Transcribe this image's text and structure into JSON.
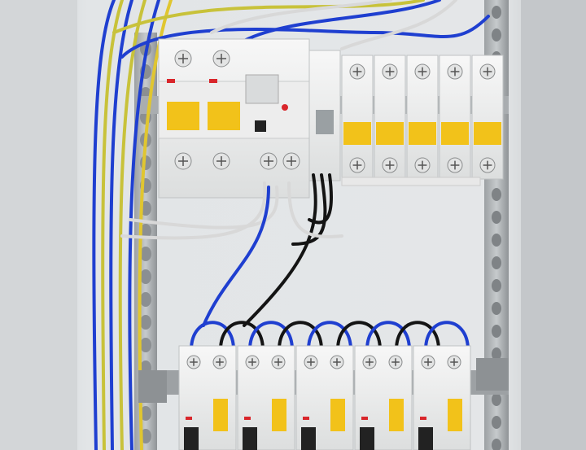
{
  "image": {
    "subject": "electrical-distribution-panel",
    "colors": {
      "wall": "#dfe2e4",
      "rail": "#b8bcbf",
      "module_body": "#f1f2f2",
      "toggle": "#f2c21a",
      "wire_blue": "#1f3fd0",
      "wire_black": "#141414",
      "wire_yellow_green": "#c8c23a",
      "wire_grey": "#d8d8d8",
      "indicator_red": "#d9262b"
    },
    "top_row": {
      "rcd_label": "",
      "breaker_count": 5
    },
    "bottom_row": {
      "rcbo_count": 5
    }
  }
}
